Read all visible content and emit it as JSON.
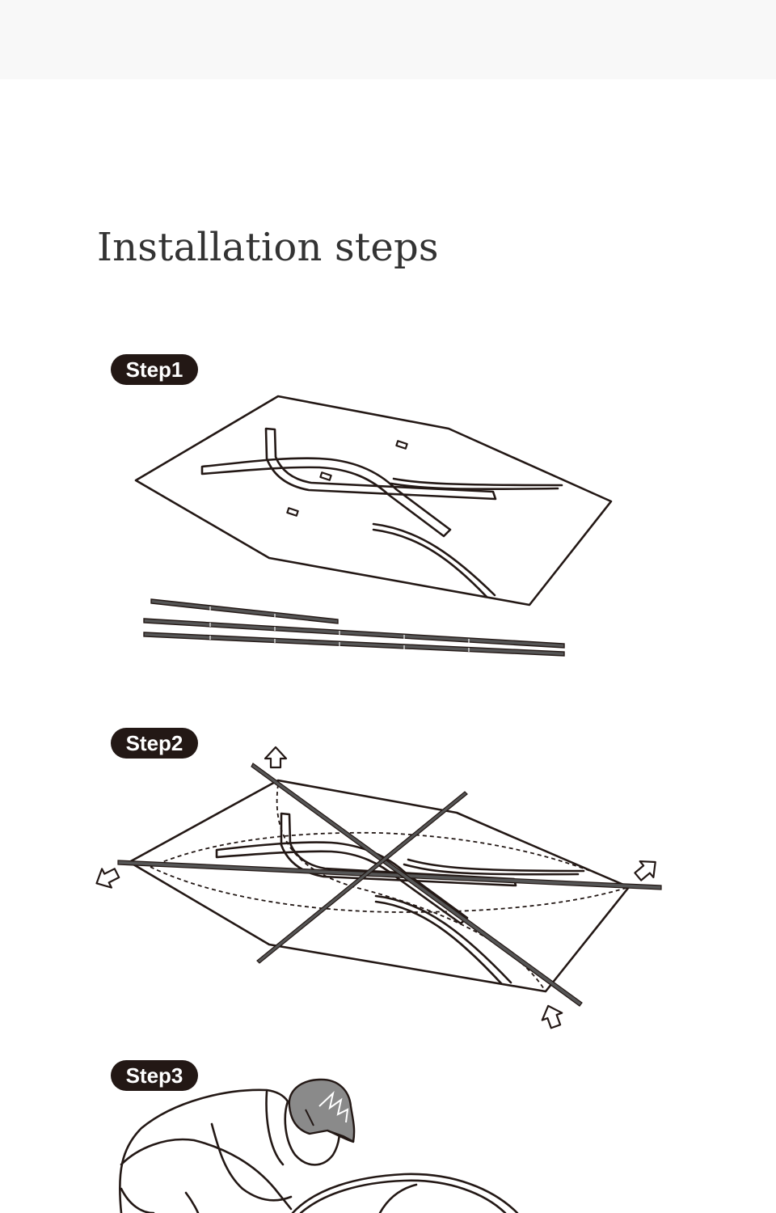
{
  "page": {
    "title": "Installation steps"
  },
  "steps": [
    {
      "label": "Step1"
    },
    {
      "label": "Step2"
    },
    {
      "label": "Step3"
    }
  ],
  "colors": {
    "badge_bg": "#231815",
    "badge_text": "#ffffff",
    "title_text": "#333333",
    "top_bar": "#f8f8f8",
    "line_art": "#231815",
    "cap_fill": "#8a8a8a"
  },
  "icons": [
    "arrow-up-icon",
    "arrow-left-icon",
    "arrow-right-icon",
    "arrow-down-icon"
  ]
}
